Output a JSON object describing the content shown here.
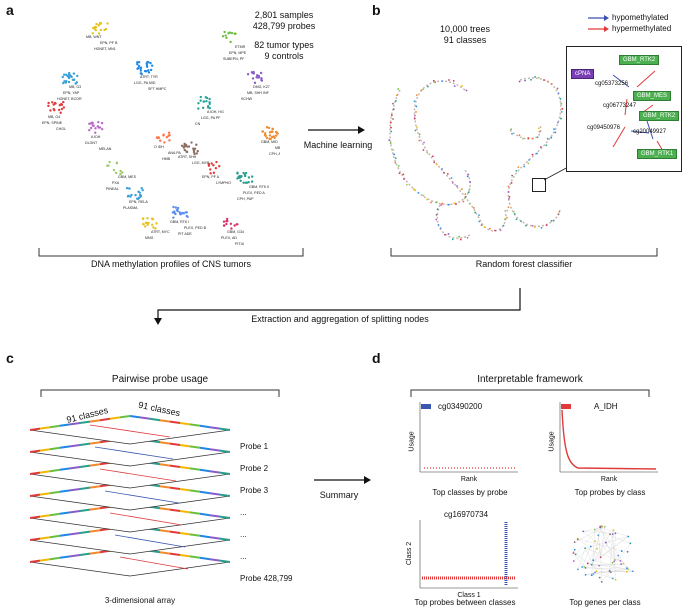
{
  "panels": {
    "a": "a",
    "b": "b",
    "c": "c",
    "d": "d"
  },
  "panel_a": {
    "stats": [
      "2,801 samples",
      "428,799 probes",
      "82 tumor types",
      "9 controls"
    ],
    "caption": "DNA methylation profiles of CNS tumors",
    "cluster_labels": [
      "MB, WNT",
      "MB, G3",
      "MB, G4",
      "ETMR",
      "DMG, K27",
      "GBM, MID",
      "GBM, RTK II",
      "GBM, G34",
      "GBM, RTK I",
      "GBM, MES",
      "A IDH",
      "O IDH",
      "A IDH, HG",
      "ATRT, TYR",
      "ATRT, SHH",
      "ATRT, MYC",
      "EPN, RELA",
      "EPN, PF A",
      "EPN, PF B",
      "EPN, YAP",
      "EPN, SPINE",
      "EPN, MPE",
      "MB, SHH INF",
      "MB, SHH CHL AD",
      "PLEX, PED A",
      "PLEX, AD",
      "PLEX, PED B",
      "PXA",
      "DLGNT",
      "ANA PA",
      "LGG, PA PF",
      "LGG, PA MID",
      "LGG, MYB",
      "MNG",
      "PLASMA",
      "LYMPHO",
      "HGNET, MN1",
      "HGNET, BCOR",
      "CHGL",
      "SUBEPN, PF",
      "SCHW",
      "CPH, ADM",
      "CPH, PAP",
      "PITUI",
      "PIT ADE",
      "PINEAL",
      "MELAN",
      "HMB",
      "CN",
      "SFT HMPC"
    ]
  },
  "panel_b": {
    "stats": [
      "10,000 trees",
      "91 classes"
    ],
    "legend": [
      "hypomethylated",
      "hypermethylated"
    ],
    "legend_colors": [
      "#3b4fb0",
      "#e03a3a"
    ],
    "inset_nodes": [
      "GBM_RTK2",
      "cPNA",
      "GBM_MES",
      "GBM_RTK2",
      "GBM_RTK1"
    ],
    "inset_probes": [
      "cg05373256",
      "cg06773247",
      "cg09450976",
      "cg20049927"
    ],
    "caption": "Random forest classifier"
  },
  "arrows": {
    "ml_label": "Machine learning",
    "extraction_label": "Extraction and aggregation of splitting nodes",
    "summary_label": "Summary"
  },
  "panel_c": {
    "title": "Pairwise probe usage",
    "axis_labels": [
      "91 classes",
      "91 classes"
    ],
    "probes": [
      "Probe 1",
      "Probe 2",
      "Probe 3",
      "...",
      "...",
      "...",
      "Probe 428,799"
    ],
    "caption": "3-dimensional array"
  },
  "panel_d": {
    "title": "Interpretable framework",
    "plots": [
      {
        "title": "cg03490200",
        "ylabel": "Usage",
        "xlabel": "Rank",
        "caption": "Top classes by probe"
      },
      {
        "title": "A_IDH",
        "ylabel": "Usage",
        "xlabel": "Rank",
        "caption": "Top probes by class"
      },
      {
        "title": "cg16970734",
        "ylabel": "Class 2",
        "xlabel": "Class 1",
        "caption": "Top probes between classes"
      },
      {
        "title": "",
        "ylabel": "",
        "xlabel": "",
        "caption": "Top genes per class"
      }
    ]
  }
}
